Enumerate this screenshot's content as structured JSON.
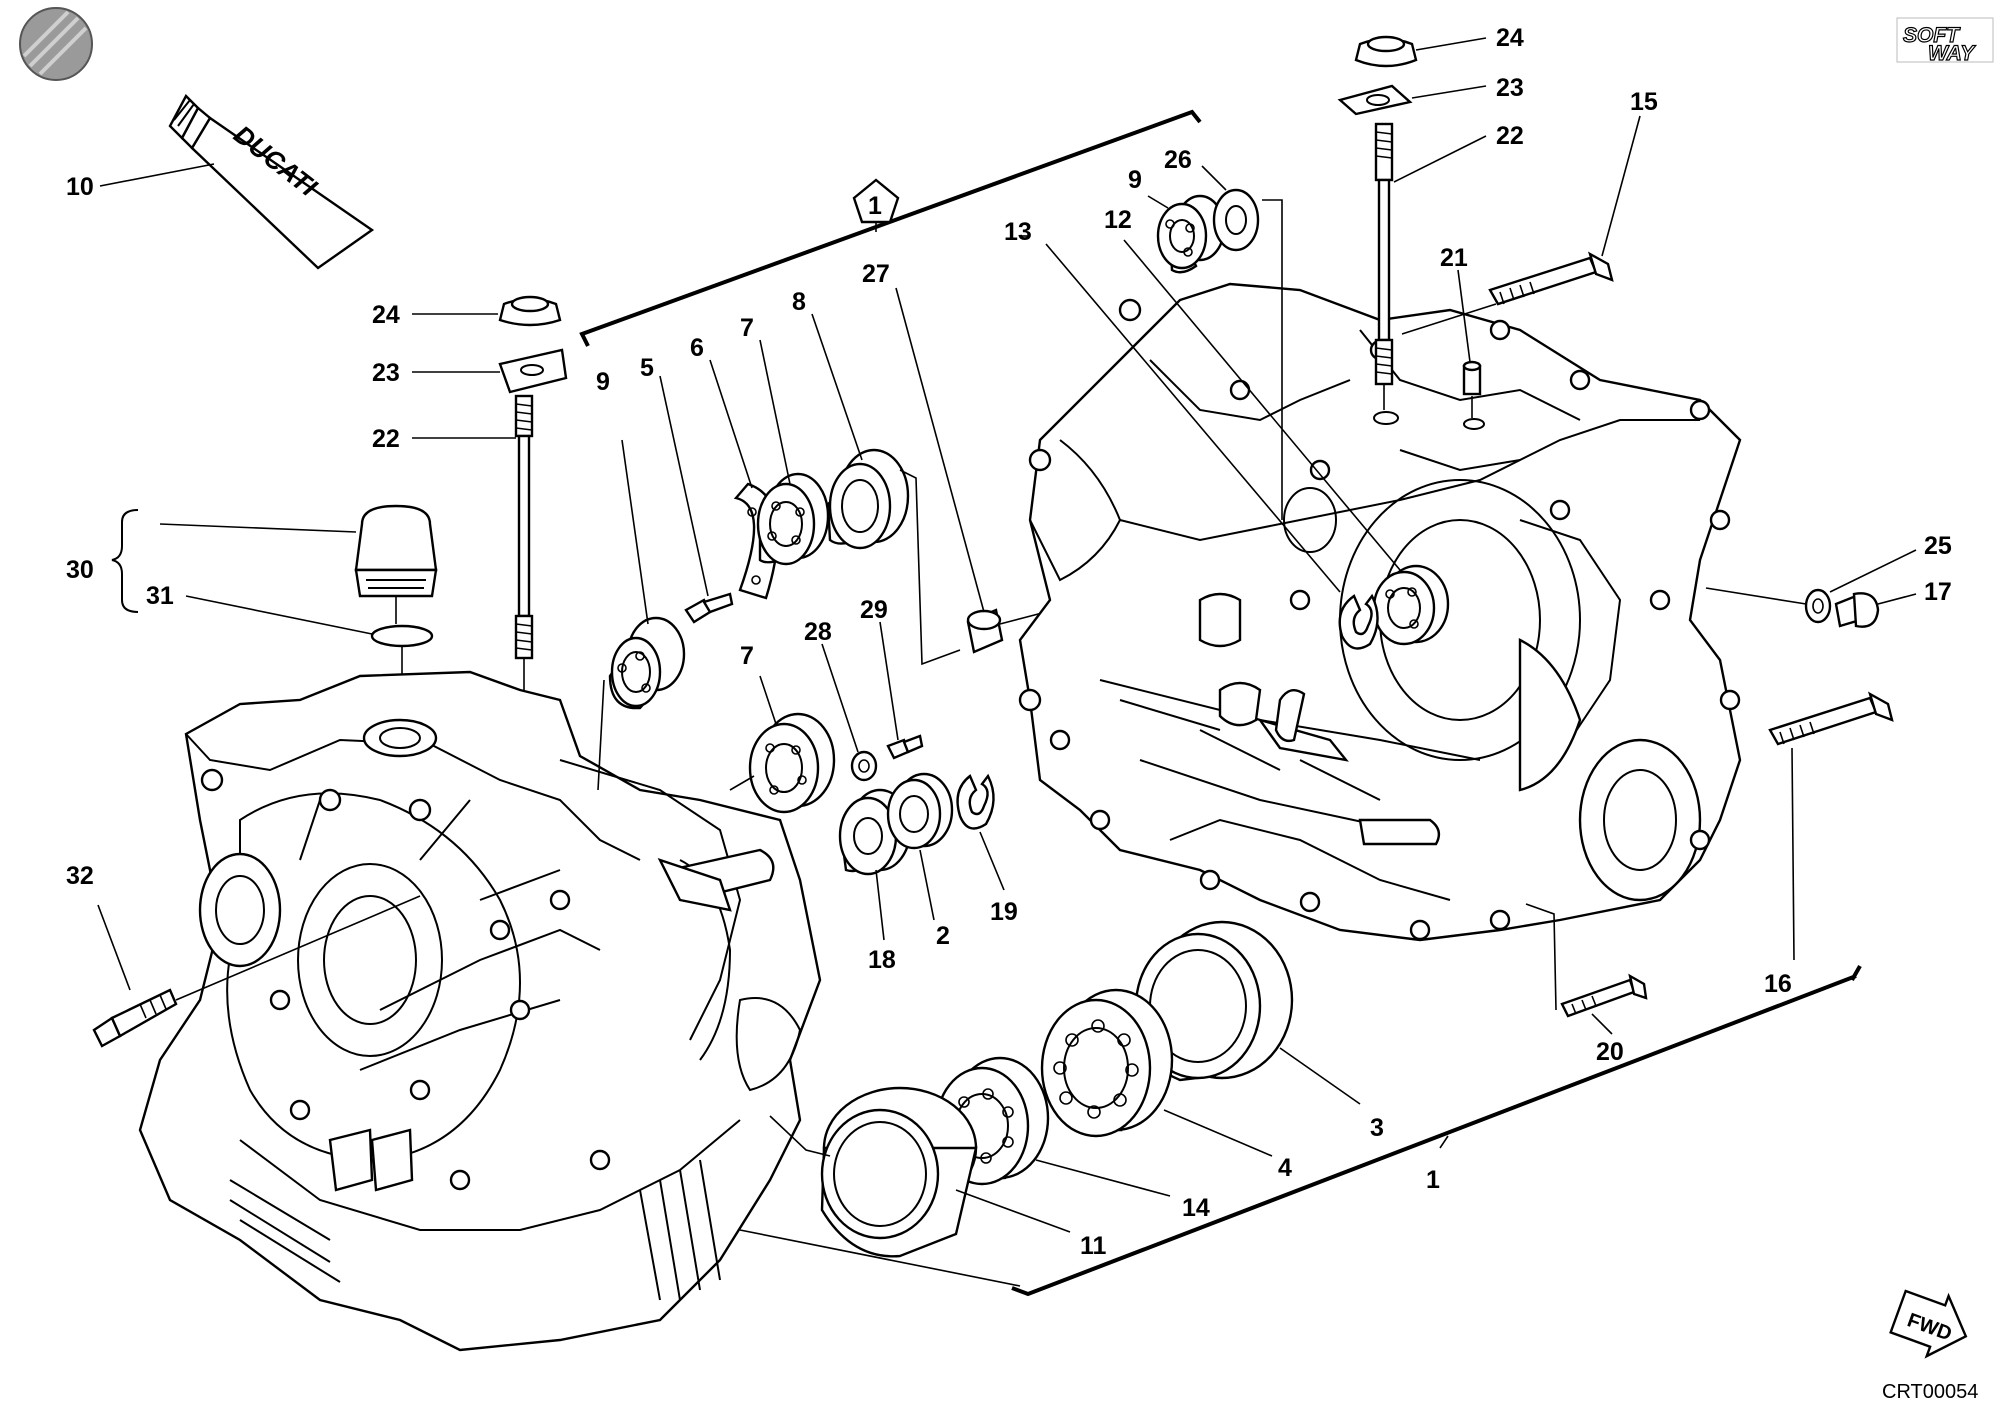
{
  "brand_logo_text": [
    "SOFT",
    "WAY"
  ],
  "tube_brand": "DUCATI",
  "fwd_label": "FWD",
  "drawing_code": "CRT00054",
  "callouts": {
    "c10": "10",
    "c24a": "24",
    "c23a": "23",
    "c22a": "22",
    "c30": "30",
    "c31": "31",
    "c32": "32",
    "c9a": "9",
    "c5": "5",
    "c6": "6",
    "c7a": "7",
    "c8": "8",
    "c27": "27",
    "c13": "13",
    "c12": "12",
    "c9b": "9",
    "c26": "26",
    "c24b": "24",
    "c23b": "23",
    "c22b": "22",
    "c15": "15",
    "c21": "21",
    "c25": "25",
    "c17": "17",
    "c16": "16",
    "c20": "20",
    "c7b": "7",
    "c28": "28",
    "c29": "29",
    "c18": "18",
    "c2": "2",
    "c19": "19",
    "c3": "3",
    "c4": "4",
    "c14": "14",
    "c11": "11",
    "c1": "1",
    "marker1": "1"
  }
}
